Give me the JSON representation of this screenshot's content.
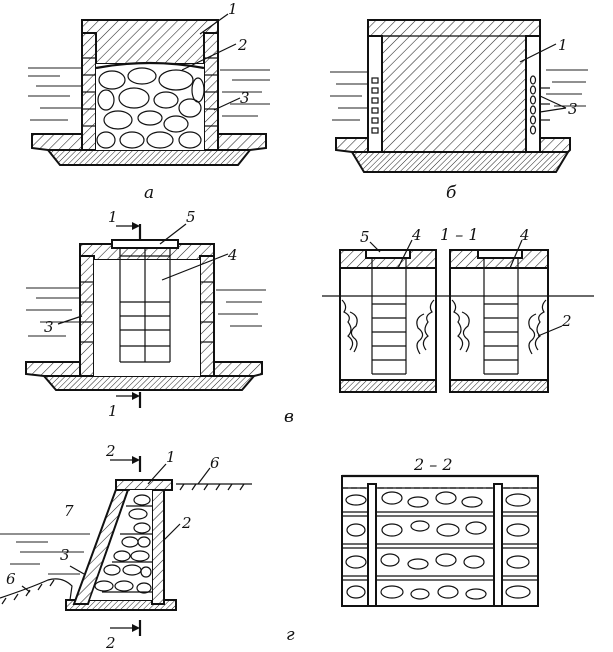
{
  "panels": {
    "a": {
      "caption": "а",
      "labels": [
        "1",
        "2",
        "3"
      ]
    },
    "b": {
      "caption": "б",
      "labels": [
        "1",
        "3"
      ]
    },
    "v": {
      "caption": "в",
      "labels": [
        "1",
        "5",
        "4",
        "3",
        "1"
      ],
      "section": {
        "title": "1 – 1",
        "labels": [
          "5",
          "4",
          "4",
          "2"
        ]
      }
    },
    "g": {
      "caption": "г",
      "labels": [
        "2",
        "1",
        "6",
        "7",
        "2",
        "3",
        "6",
        "2"
      ],
      "section": {
        "title": "2 – 2"
      }
    }
  },
  "colors": {
    "ink": "#111111",
    "paper": "#ffffff"
  }
}
